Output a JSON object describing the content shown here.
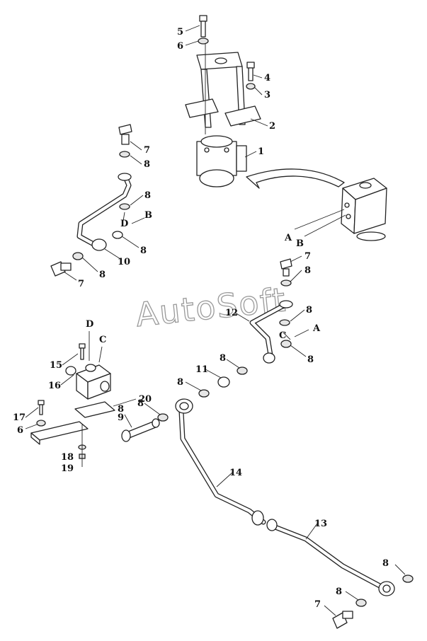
{
  "watermark": "AutoSoft",
  "callouts": [
    "5",
    "6",
    "4",
    "3",
    "2",
    "1",
    "7",
    "8",
    "8",
    "D",
    "B",
    "8",
    "10",
    "8",
    "7",
    "A",
    "B",
    "7",
    "8",
    "12",
    "8",
    "C",
    "A",
    "8",
    "D",
    "C",
    "15",
    "16",
    "8",
    "11",
    "8",
    "8",
    "20",
    "8",
    "9",
    "17",
    "6",
    "18",
    "19",
    "14",
    "13",
    "8",
    "8",
    "7"
  ]
}
